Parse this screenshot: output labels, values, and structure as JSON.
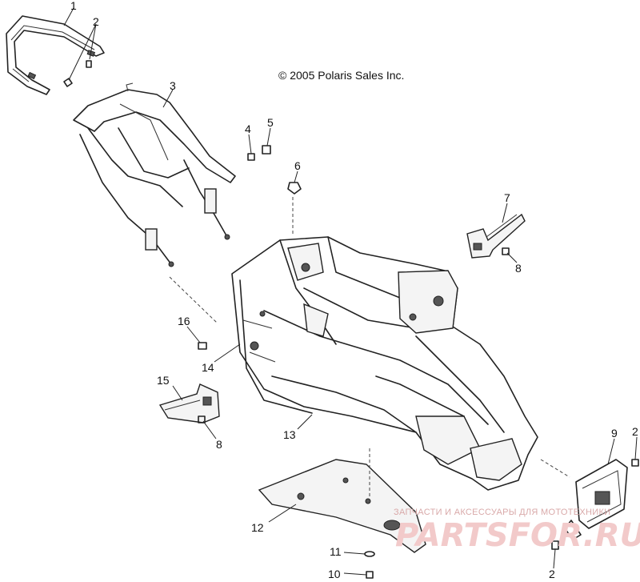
{
  "copyright": "© 2005 Polaris Sales Inc.",
  "callouts": [
    {
      "id": "c1",
      "label": "1"
    },
    {
      "id": "c2a",
      "label": "2"
    },
    {
      "id": "c3",
      "label": "3"
    },
    {
      "id": "c4",
      "label": "4"
    },
    {
      "id": "c5",
      "label": "5"
    },
    {
      "id": "c6",
      "label": "6"
    },
    {
      "id": "c7",
      "label": "7"
    },
    {
      "id": "c8a",
      "label": "8"
    },
    {
      "id": "c16",
      "label": "16"
    },
    {
      "id": "c14",
      "label": "14"
    },
    {
      "id": "c15",
      "label": "15"
    },
    {
      "id": "c8b",
      "label": "8"
    },
    {
      "id": "c13",
      "label": "13"
    },
    {
      "id": "c9",
      "label": "9"
    },
    {
      "id": "c2b",
      "label": "2"
    },
    {
      "id": "c2c",
      "label": "2"
    },
    {
      "id": "c12",
      "label": "12"
    },
    {
      "id": "c11",
      "label": "11"
    },
    {
      "id": "c10",
      "label": "10"
    }
  ],
  "watermark": {
    "tagline": "ЗАПЧАСТИ И АКСЕССУАРЫ ДЛЯ МОТОТЕХНИКИ",
    "logo": "PARTSFOR.RU"
  }
}
